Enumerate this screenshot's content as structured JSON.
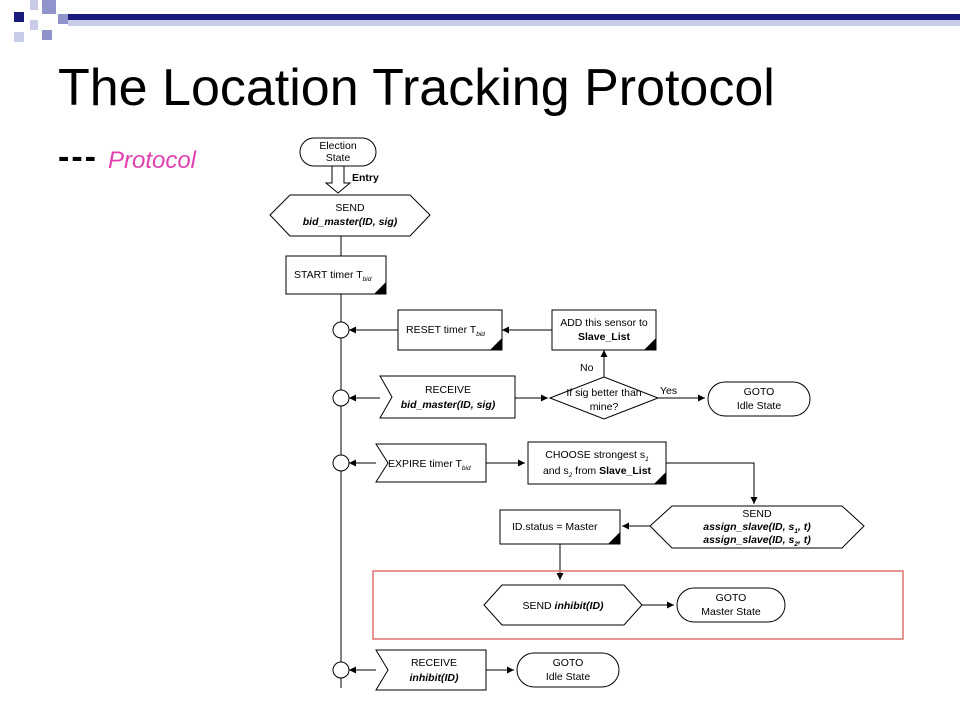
{
  "header": {
    "title": "The Location Tracking Protocol",
    "subtitle_dashes": "---",
    "subtitle_text": "Protocol"
  },
  "colors": {
    "deco_navy": "#1a1a7a",
    "deco_blue": "#8f95cc",
    "deco_light": "#c9cce6",
    "subtitle_pink": "#e040b0",
    "highlight_red": "#e07070"
  },
  "diagram": {
    "election_state": {
      "line1": "Election",
      "line2": "State"
    },
    "entry": "Entry",
    "send_bid": {
      "line1": "SEND",
      "line2": "bid_master(ID, sig)"
    },
    "start_timer": {
      "text": "START timer T",
      "sub": "bid"
    },
    "add_sensor": {
      "line1": "ADD this sensor to",
      "line2": "Slave_List"
    },
    "reset_timer": {
      "text": "RESET timer T",
      "sub": "bid"
    },
    "no": "No",
    "yes": "Yes",
    "receive_bid": {
      "line1": "RECEIVE",
      "line2": "bid_master(ID, sig)"
    },
    "decision": {
      "line1": "If sig better than",
      "line2": "mine?"
    },
    "goto_idle_1": {
      "line1": "GOTO",
      "line2": "Idle State"
    },
    "expire_timer": {
      "text": "EXPIRE timer T",
      "sub": "bid"
    },
    "choose": {
      "line1": "CHOOSE strongest s",
      "line1_sub": "1",
      "line2a": "and s",
      "line2_sub": "2",
      "line2b": " from ",
      "line2_bold": "Slave_List"
    },
    "send_assign": {
      "line1": "SEND",
      "line2a": "assign_slave(ID, s",
      "line2_sub": "1",
      "line2b": ", t)",
      "line3a": "assign_slave(ID, s",
      "line3_sub": "2",
      "line3b": ", t)"
    },
    "id_status": "ID.status = Master",
    "send_inhibit": {
      "prefix": "SEND ",
      "arg": "inhibit(ID)"
    },
    "goto_master": {
      "line1": "GOTO",
      "line2": "Master State"
    },
    "receive_inhibit": {
      "line1": "RECEIVE",
      "line2": "inhibit(ID)"
    },
    "goto_idle_2": {
      "line1": "GOTO",
      "line2": "Idle State"
    }
  }
}
